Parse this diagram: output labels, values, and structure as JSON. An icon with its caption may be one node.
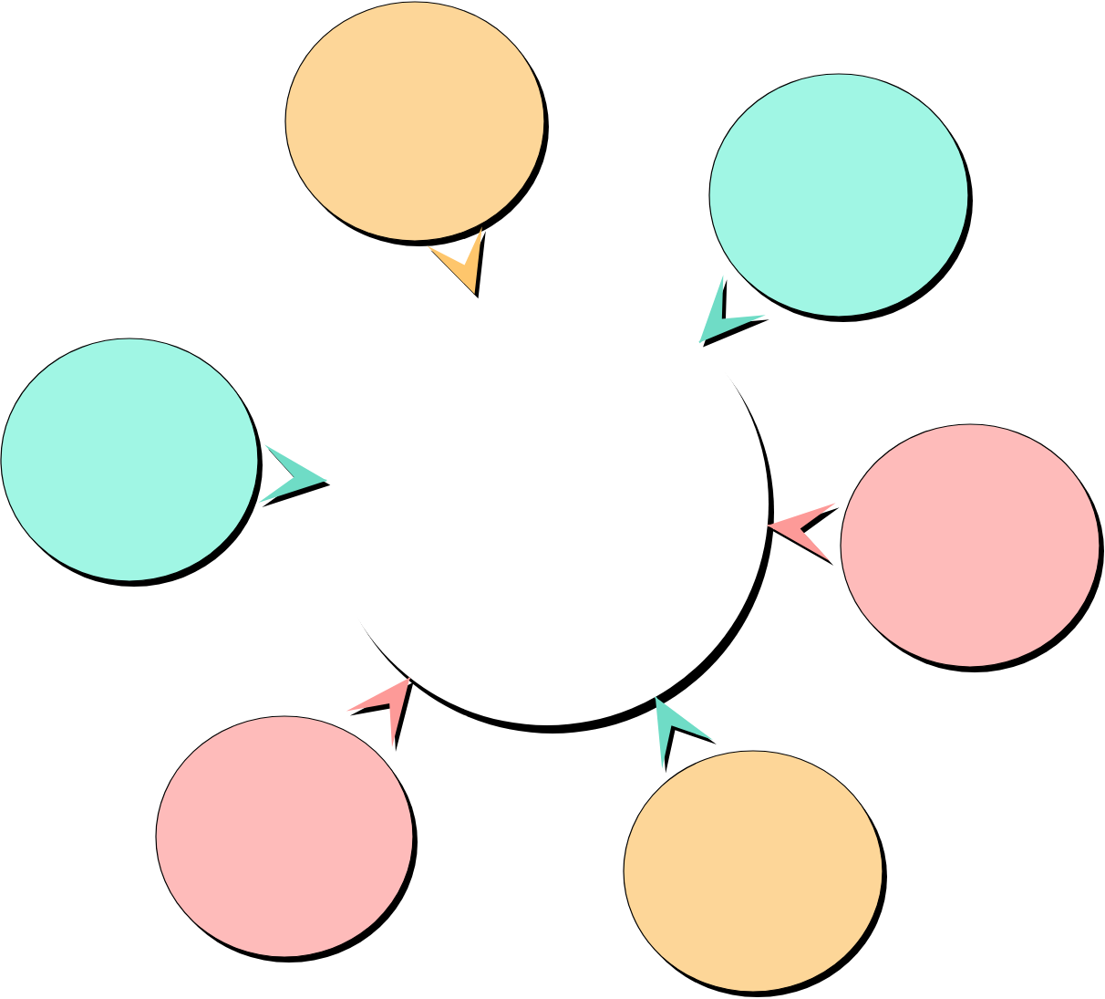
{
  "diagram": {
    "nodes": [
      {
        "text": [],
        "shape": "circle"
      },
      {
        "text": [],
        "shape": "circle"
      },
      {
        "text": [],
        "shape": "circle"
      },
      {
        "text": [],
        "shape": "circle"
      },
      {
        "text": [],
        "shape": "circle"
      },
      {
        "text": [],
        "shape": "circle"
      },
      {
        "text": [],
        "shape": "circle"
      }
    ],
    "edges": [
      {
        "from": 1,
        "to": 0,
        "arrow": "to",
        "color": "#fec66c"
      },
      {
        "from": 2,
        "to": 0,
        "arrow": "to"
      },
      {
        "from": 3,
        "to": 0,
        "arrow": "to",
        "color": "#fd9a98"
      },
      {
        "from": 4,
        "to": 0,
        "arrow": "to"
      },
      {
        "from": 5,
        "to": 0,
        "arrow": "to",
        "color": "#fd9a98"
      },
      {
        "from": 6,
        "to": 0,
        "arrow": "to"
      }
    ]
  }
}
